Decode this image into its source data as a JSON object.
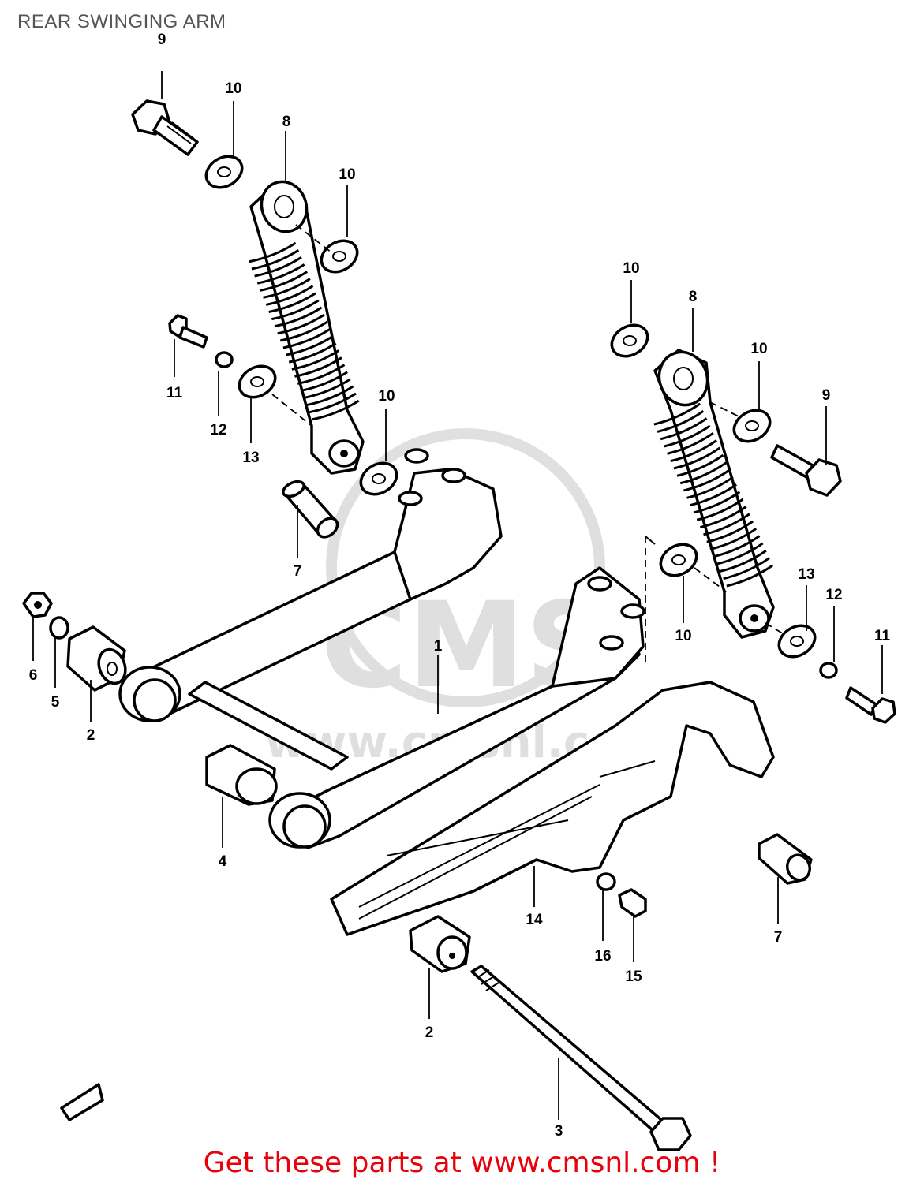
{
  "header": {
    "title": "REAR SWINGING ARM"
  },
  "footer": {
    "text": "Get these parts at www.cmsnl.com !"
  },
  "watermark": {
    "text": "www.cmsnl.com",
    "logo": "CMS"
  },
  "callouts": [
    {
      "id": "c9a",
      "label": "9"
    },
    {
      "id": "c10a",
      "label": "10"
    },
    {
      "id": "c8a",
      "label": "8"
    },
    {
      "id": "c10b",
      "label": "10"
    },
    {
      "id": "c11a",
      "label": "11"
    },
    {
      "id": "c12a",
      "label": "12"
    },
    {
      "id": "c13a",
      "label": "13"
    },
    {
      "id": "c10c",
      "label": "10"
    },
    {
      "id": "c7a",
      "label": "7"
    },
    {
      "id": "c10d",
      "label": "10"
    },
    {
      "id": "c8b",
      "label": "8"
    },
    {
      "id": "c10e",
      "label": "10"
    },
    {
      "id": "c9b",
      "label": "9"
    },
    {
      "id": "c10f",
      "label": "10"
    },
    {
      "id": "c13b",
      "label": "13"
    },
    {
      "id": "c12b",
      "label": "12"
    },
    {
      "id": "c11b",
      "label": "11"
    },
    {
      "id": "c6",
      "label": "6"
    },
    {
      "id": "c5",
      "label": "5"
    },
    {
      "id": "c2a",
      "label": "2"
    },
    {
      "id": "c1",
      "label": "1"
    },
    {
      "id": "c4",
      "label": "4"
    },
    {
      "id": "c14",
      "label": "14"
    },
    {
      "id": "c16",
      "label": "16"
    },
    {
      "id": "c15",
      "label": "15"
    },
    {
      "id": "c7b",
      "label": "7"
    },
    {
      "id": "c2b",
      "label": "2"
    },
    {
      "id": "c3",
      "label": "3"
    }
  ]
}
